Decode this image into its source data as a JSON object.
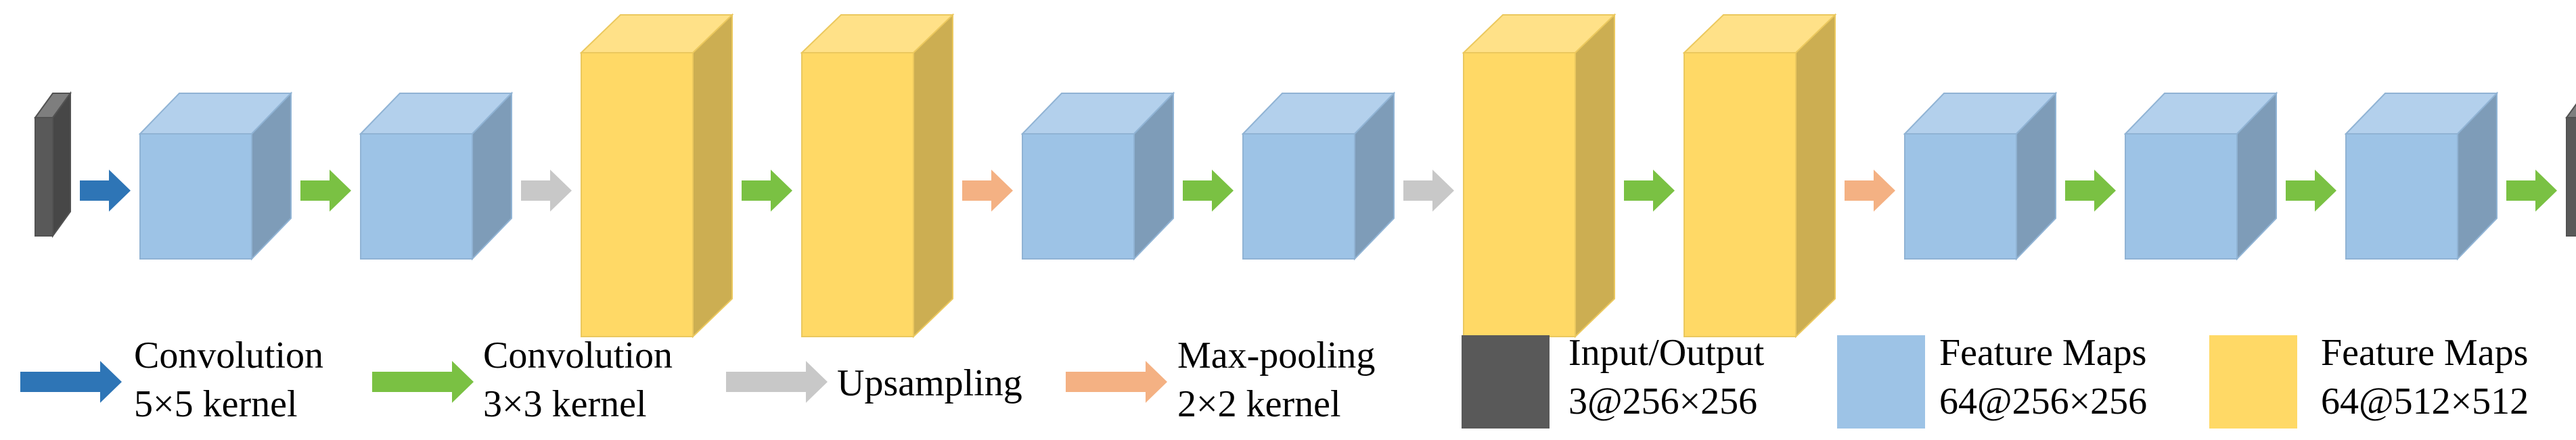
{
  "pipeline": [
    {
      "kind": "io"
    },
    {
      "kind": "arrow",
      "op": "conv5"
    },
    {
      "kind": "blue"
    },
    {
      "kind": "arrow",
      "op": "conv3"
    },
    {
      "kind": "blue"
    },
    {
      "kind": "arrow",
      "op": "upsample"
    },
    {
      "kind": "yellow"
    },
    {
      "kind": "arrow",
      "op": "conv3"
    },
    {
      "kind": "yellow"
    },
    {
      "kind": "arrow",
      "op": "maxpool"
    },
    {
      "kind": "blue"
    },
    {
      "kind": "arrow",
      "op": "conv3"
    },
    {
      "kind": "blue"
    },
    {
      "kind": "arrow",
      "op": "upsample"
    },
    {
      "kind": "yellow"
    },
    {
      "kind": "arrow",
      "op": "conv3"
    },
    {
      "kind": "yellow"
    },
    {
      "kind": "arrow",
      "op": "maxpool"
    },
    {
      "kind": "blue"
    },
    {
      "kind": "arrow",
      "op": "conv3"
    },
    {
      "kind": "blue"
    },
    {
      "kind": "arrow",
      "op": "conv3"
    },
    {
      "kind": "blue"
    },
    {
      "kind": "arrow",
      "op": "conv3"
    },
    {
      "kind": "io"
    }
  ],
  "colors": {
    "conv5": "#2e75b6",
    "conv3": "#7ac143",
    "upsample": "#c8c8c8",
    "maxpool": "#f4b183",
    "io": "#595959",
    "blue": "#9dc3e6",
    "yellow": "#ffd966"
  },
  "legend": {
    "conv5": {
      "line1": "Convolution",
      "line2": "5×5 kernel"
    },
    "conv3": {
      "line1": "Convolution",
      "line2": "3×3 kernel"
    },
    "upsample": {
      "line1": "Upsampling"
    },
    "maxpool": {
      "line1": "Max-pooling",
      "line2": "2×2 kernel"
    },
    "io": {
      "line1": "Input/Output",
      "line2": "3@256×256"
    },
    "blue": {
      "line1": "Feature Maps",
      "line2": "64@256×256"
    },
    "yellow": {
      "line1": "Feature Maps",
      "line2": "64@512×512"
    }
  }
}
